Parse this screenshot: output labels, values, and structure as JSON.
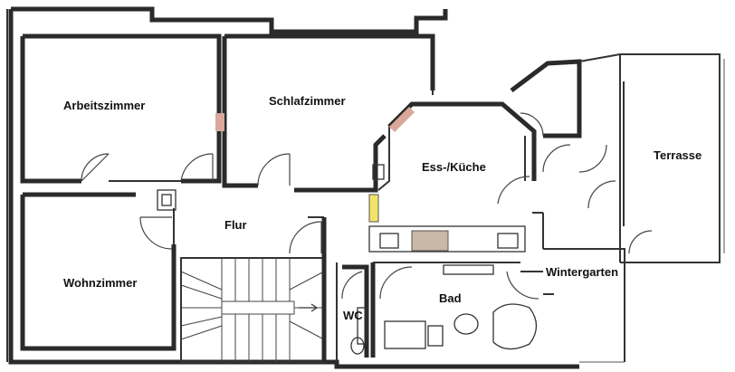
{
  "rooms": {
    "arbeitszimmer": "Arbeitszimmer",
    "schlafzimmer": "Schlafzimmer",
    "ess_kueche": "Ess-/Küche",
    "terrasse": "Terrasse",
    "flur": "Flur",
    "wohnzimmer": "Wohnzimmer",
    "wintergarten": "Wintergarten",
    "bad": "Bad",
    "wc": "WC"
  },
  "colors": {
    "wall": "#2a2a2a",
    "accent_brick": "#d9a89a",
    "accent_yellow": "#f2e36b",
    "counter": "#c9b7a8"
  }
}
